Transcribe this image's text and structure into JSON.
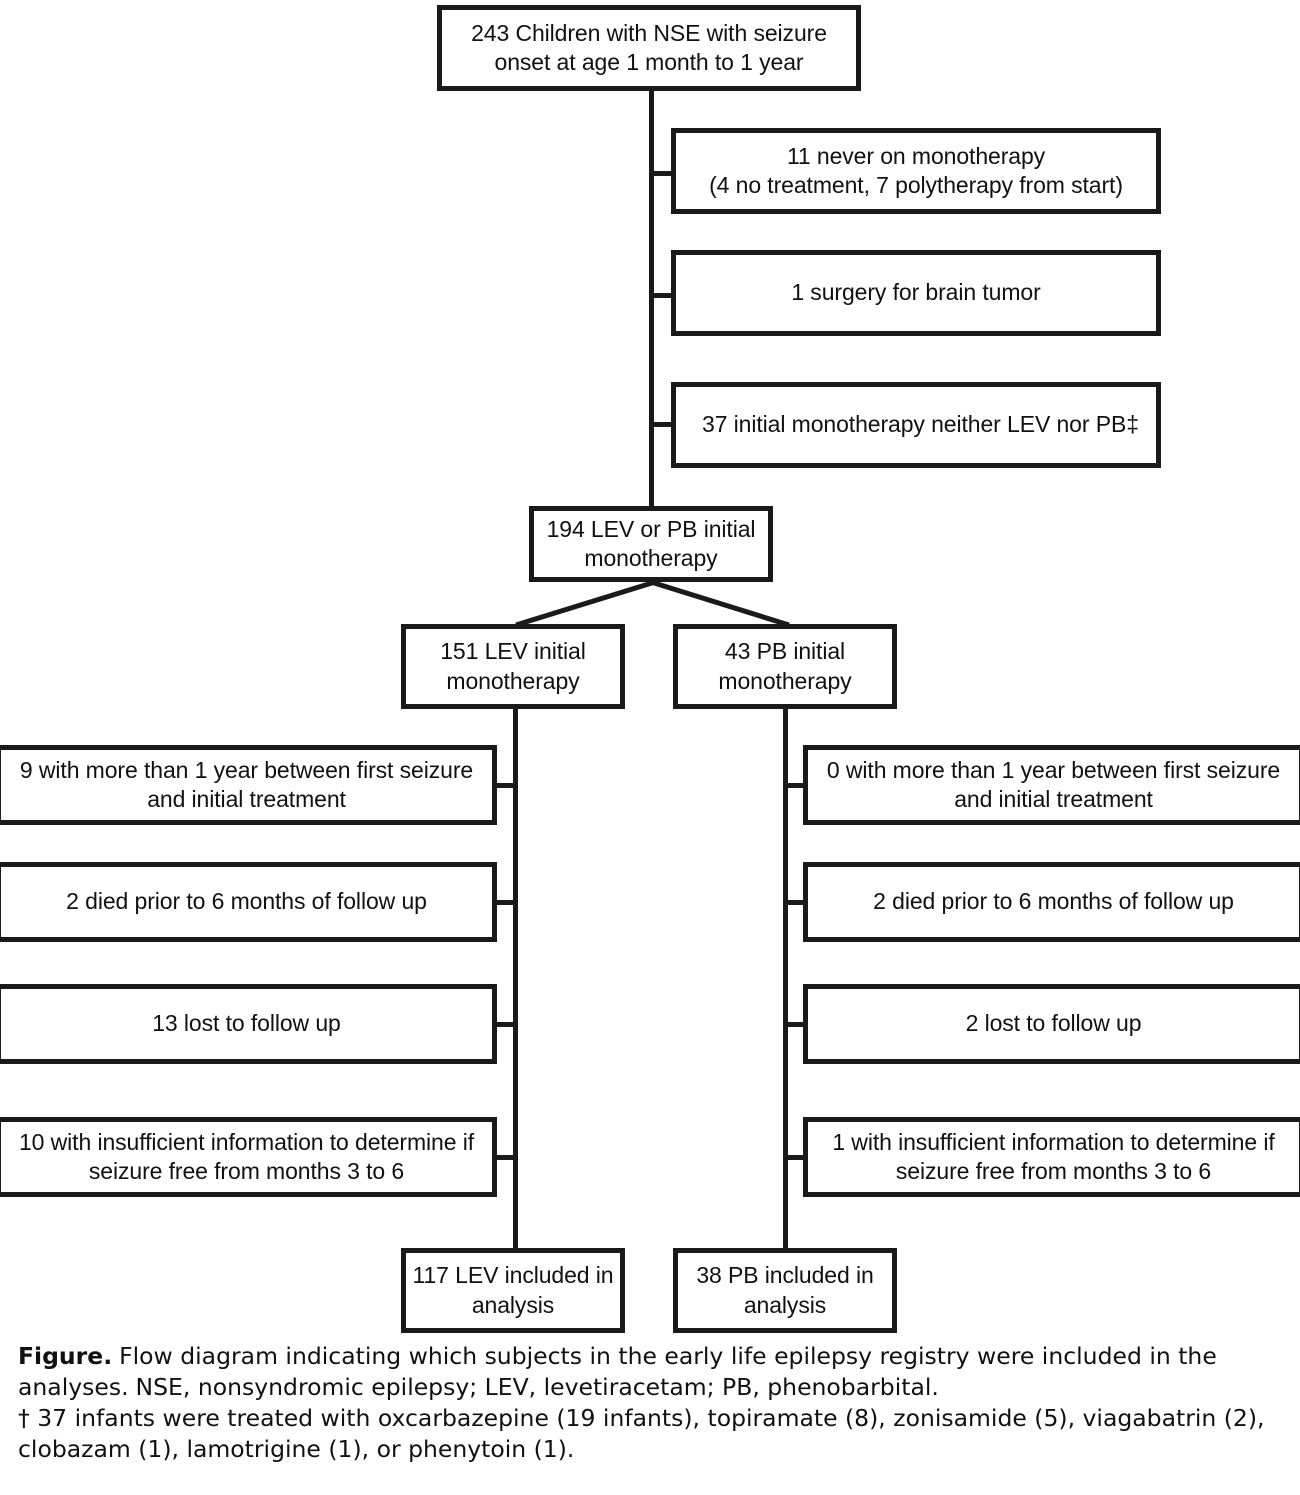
{
  "figure": {
    "type": "flow-diagram",
    "nodes": {
      "root": "243 Children with NSE with seizure onset at age 1 month to 1 year",
      "excl_never_mono_line1": "11 never on monotherapy",
      "excl_never_mono_line2": "(4 no treatment, 7 polytherapy from start)",
      "excl_surgery": "1 surgery for brain tumor",
      "excl_other_mono": "37 initial monotherapy neither LEV nor PB‡",
      "lev_or_pb": "194 LEV or PB initial monotherapy",
      "lev_initial": "151 LEV initial monotherapy",
      "pb_initial": "43 PB initial monotherapy",
      "lev_excl_1": "9 with more than 1 year between first seizure and initial treatment",
      "lev_excl_2": "2 died prior to 6 months of follow up",
      "lev_excl_3": "13 lost to follow up",
      "lev_excl_4": "10 with insufficient information to determine if seizure free from months 3 to 6",
      "pb_excl_1": "0 with more than 1 year between first seizure and initial treatment",
      "pb_excl_2": "2 died prior to 6 months of follow up",
      "pb_excl_3": "2 lost to follow up",
      "pb_excl_4": "1 with insufficient information to determine if seizure free from months 3 to 6",
      "lev_final": "117 LEV included in analysis",
      "pb_final": "38 PB included in analysis"
    }
  },
  "caption": {
    "label": "Figure.",
    "line1": "Flow diagram indicating which subjects in the early life epilepsy registry were included in the analyses.",
    "line2": "NSE, nonsyndromic epilepsy; LEV, levetiracetam; PB, phenobarbital.",
    "footnote": "† 37 infants were treated with oxcarbazepine (19 infants), topiramate (8), zonisamide (5), viagabatrin (2), clobazam (1), lamotrigine (1), or phenytoin (1)."
  }
}
